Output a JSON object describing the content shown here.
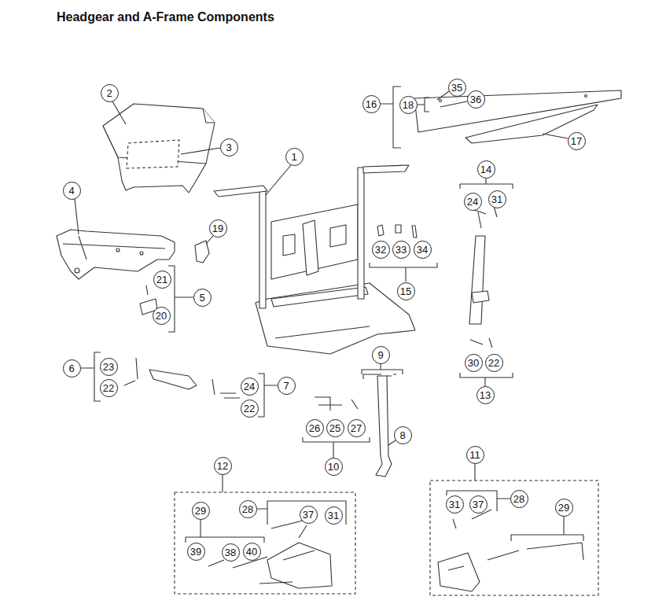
{
  "diagram": {
    "title": "Headgear and A-Frame Components",
    "nodes": [
      {
        "text": [
          "2"
        ]
      },
      {
        "text": [
          "35"
        ]
      },
      {
        "text": [
          "36"
        ]
      },
      {
        "text": [
          "16"
        ]
      },
      {
        "text": [
          "18"
        ]
      },
      {
        "text": [
          "17"
        ]
      },
      {
        "text": [
          "3"
        ]
      },
      {
        "text": [
          "1"
        ]
      },
      {
        "text": [
          "14"
        ]
      },
      {
        "text": [
          "4"
        ]
      },
      {
        "text": [
          "24"
        ]
      },
      {
        "text": [
          "31"
        ]
      },
      {
        "text": [
          "19"
        ]
      },
      {
        "text": [
          "32"
        ]
      },
      {
        "text": [
          "33"
        ]
      },
      {
        "text": [
          "34"
        ]
      },
      {
        "text": [
          "21"
        ]
      },
      {
        "text": [
          "15"
        ]
      },
      {
        "text": [
          "5"
        ]
      },
      {
        "text": [
          "20"
        ]
      },
      {
        "text": [
          "9"
        ]
      },
      {
        "text": [
          "30"
        ]
      },
      {
        "text": [
          "22"
        ]
      },
      {
        "text": [
          "23"
        ]
      },
      {
        "text": [
          "6"
        ]
      },
      {
        "text": [
          "7"
        ]
      },
      {
        "text": [
          "24"
        ]
      },
      {
        "text": [
          "22"
        ]
      },
      {
        "text": [
          "13"
        ]
      },
      {
        "text": [
          "22"
        ]
      },
      {
        "text": [
          "26"
        ]
      },
      {
        "text": [
          "25"
        ]
      },
      {
        "text": [
          "27"
        ]
      },
      {
        "text": [
          "8"
        ]
      },
      {
        "text": [
          "11"
        ]
      },
      {
        "text": [
          "12"
        ]
      },
      {
        "text": [
          "10"
        ]
      },
      {
        "text": [
          "28"
        ]
      },
      {
        "text": [
          "31"
        ]
      },
      {
        "text": [
          "37"
        ]
      },
      {
        "text": [
          "29"
        ]
      },
      {
        "text": [
          "28"
        ]
      },
      {
        "text": [
          "29"
        ]
      },
      {
        "text": [
          "37"
        ]
      },
      {
        "text": [
          "31"
        ]
      },
      {
        "text": [
          "39"
        ]
      },
      {
        "text": [
          "38"
        ]
      },
      {
        "text": [
          "40"
        ]
      }
    ]
  }
}
